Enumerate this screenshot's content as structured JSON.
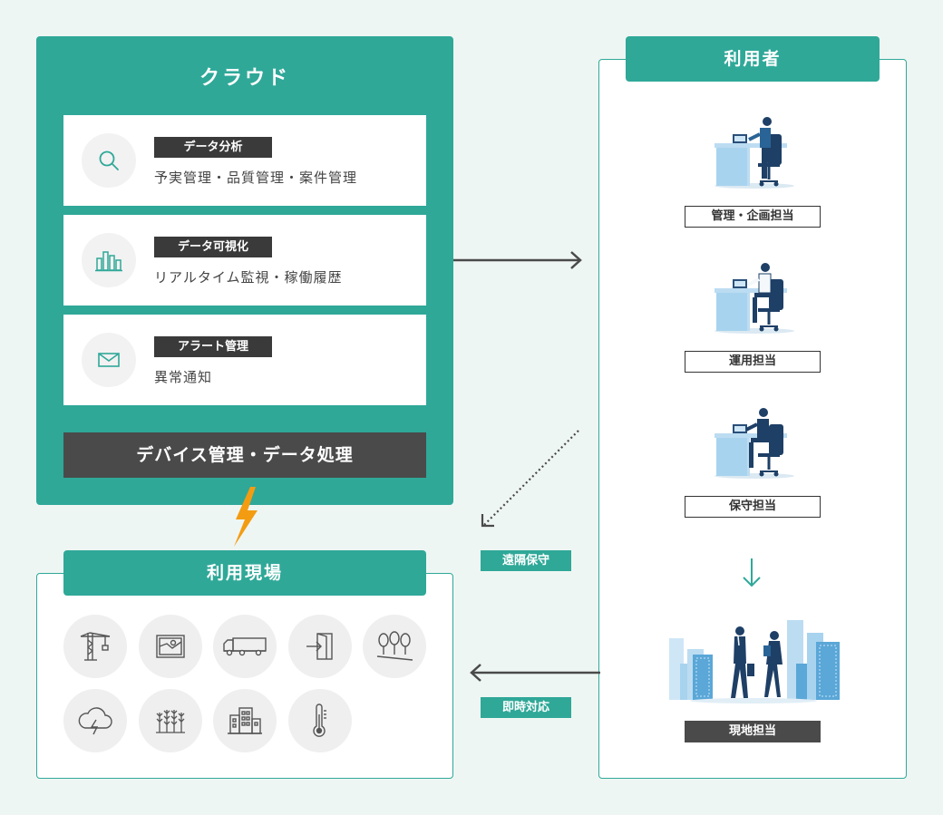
{
  "cloud": {
    "title": "クラウド",
    "services": [
      {
        "tag": "データ分析",
        "desc": "予実管理・品質管理・案件管理",
        "icon": "search-icon"
      },
      {
        "tag": "データ可視化",
        "desc": "リアルタイム監視・稼働履歴",
        "icon": "bar-chart-icon"
      },
      {
        "tag": "アラート管理",
        "desc": "異常通知",
        "icon": "envelope-icon"
      }
    ],
    "device_bar": "デバイス管理・データ処理"
  },
  "site": {
    "title": "利用現場",
    "icons": [
      "crane-icon",
      "map-icon",
      "truck-icon",
      "door-entry-icon",
      "trees-icon",
      "storm-cloud-icon",
      "wheat-icon",
      "building-icon",
      "thermometer-icon"
    ]
  },
  "users": {
    "title": "利用者",
    "roles": [
      "管理・企画担当",
      "運用担当",
      "保守担当"
    ],
    "onsite_role": "現地担当"
  },
  "flows": {
    "remote": "遠隔保守",
    "immediate": "即時対応"
  },
  "colors": {
    "teal": "#2fa898",
    "dark": "#4a4a4a",
    "bolt": "#f39c12",
    "background": "#eef6f3"
  }
}
